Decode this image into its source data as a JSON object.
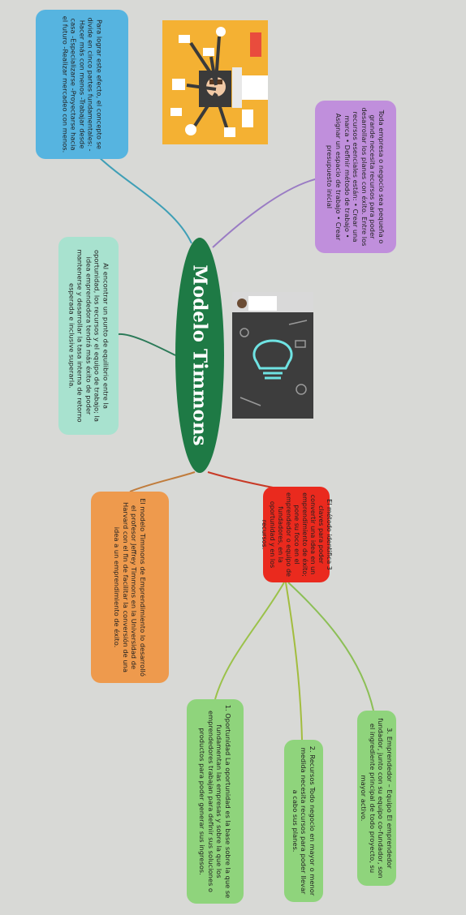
{
  "diagram": {
    "central_topic": "Modelo Timmons",
    "nodes": {
      "blue": "Para lograr este efecto, el concepto se divide en cinco partes fundamentales: -Hacer más con menos -Trabajar desde casa -Especializarse -Proyectarse hacia el futuro -Realizar mercadeo con menos.",
      "purple": "Toda empresa o negocio sea pequeña o grande necesita recursos para poder desarrollar los planes con éxito. Entre los recursos esenciales están: • Crear una marca • Definir método de trabajo • Asignar un espacio de trabajo • Crear presupuesto inicial",
      "teal": "Al encontrar un punto de equilibrio entre la oportunidad, los recursos y el equipo de trabajo; la idea emprendedora tendrá más éxito de poder mantenerse y desarrollar la tasa interna de retorno esperada e inclusive superarla.",
      "orange": "El modelo Timmons de Emprendimiento lo desarrolló el profesor Jeffrey Timmons en la Universidad de Harvard con el fin de facilitar la conversión de una idea a un emprendimiento de éxito.",
      "red": "El método identifica 3 claves para poder convertir una idea en un emprendimiento de éxito; pone su foco en el emprendedor o equipo de fundadores, en la oportunidad y en los recursos.",
      "green1": "1. Oportunidad La oportunidad es la base sobre la que se fundamentan las empresas y sobre la que los emprendedores trabajan para definir sus soluciones o productos para poder generar sus ingresos.",
      "green2": "2. Recursos Todo negocio en mayor o menor medida necesita recursos para poder llevar a cabo sus planes.",
      "green3": "3. Emprendedor – Equipo El emprendedor fundador, junto con su equipo co-fundador, son el ingrediente principal de todo proyecto, su mayor activo."
    },
    "colors": {
      "central": "#1e7a45",
      "blue": "#56b4e0",
      "purple": "#c08fdc",
      "teal": "#a8e2cf",
      "orange": "#ee9a4d",
      "red": "#ea2a1e",
      "green": "#8fd47c",
      "illustration_bg": "#f4b133"
    },
    "images": {
      "top": "office-worker-illustration",
      "middle": "lightbulb-chalkboard-photo"
    }
  }
}
